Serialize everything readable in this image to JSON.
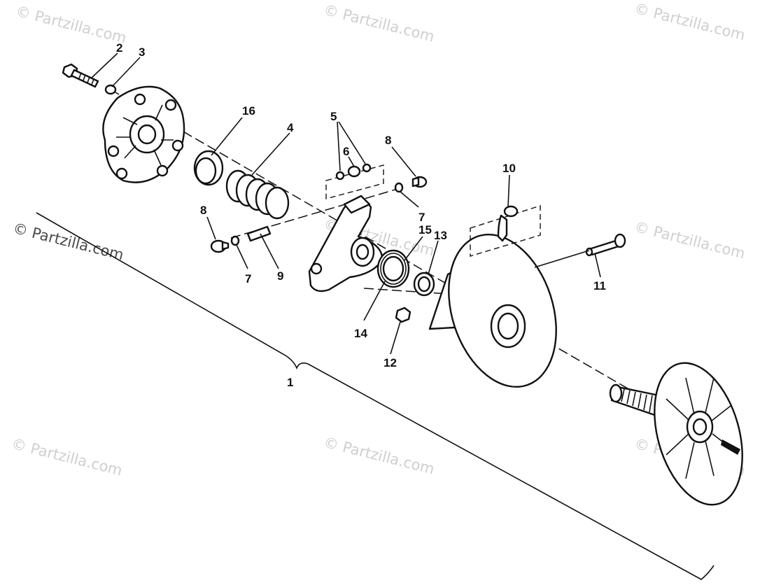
{
  "watermark": "© Partzilla.com",
  "callouts": {
    "c1": "1",
    "c2": "2",
    "c3": "3",
    "c4": "4",
    "c5": "5",
    "c6": "6",
    "c7a": "7",
    "c7b": "7",
    "c8a": "8",
    "c8b": "8",
    "c9": "9",
    "c10": "10",
    "c11": "11",
    "c12": "12",
    "c13": "13",
    "c14": "14",
    "c15": "15",
    "c16": "16"
  }
}
